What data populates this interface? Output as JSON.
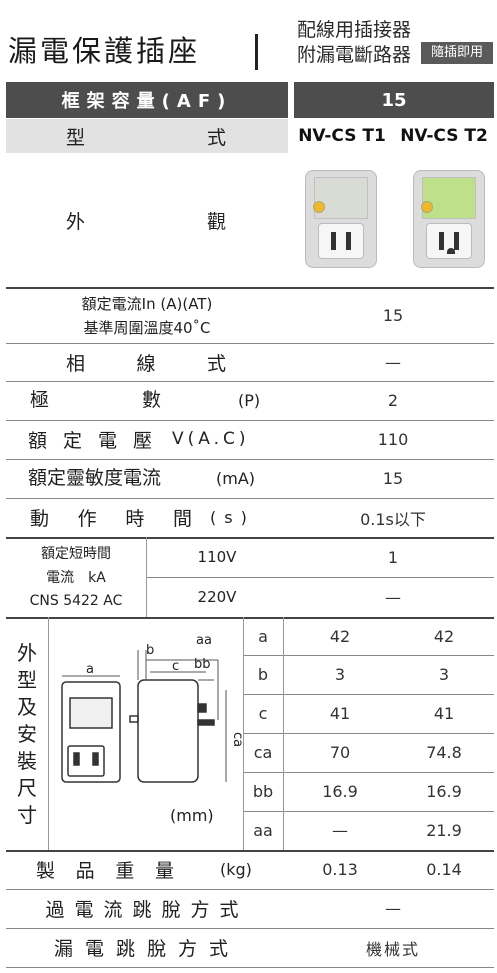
{
  "header": {
    "title": "漏電保護插座",
    "subtitle_line1": "配線用插接器",
    "subtitle_line2": "附漏電斷路器",
    "badge": "隨插即用"
  },
  "frame": {
    "label": "框架容量(AF)",
    "value": "15"
  },
  "type_row": {
    "label_a": "型",
    "label_b": "式",
    "model1": "NV-CS T1",
    "model2": "NV-CS T2"
  },
  "appearance": {
    "label_a": "外",
    "label_b": "觀"
  },
  "rows": {
    "rated_current_label1": "額定電流In (A)(AT)",
    "rated_current_label2": "基準周圍溫度40˚C",
    "rated_current_value": "15",
    "phase_a": "相",
    "phase_b": "線",
    "phase_c": "式",
    "phase_value": "—",
    "poles_a": "極",
    "poles_b": "數",
    "poles_unit": "(P)",
    "poles_value": "2",
    "voltage_a": "額",
    "voltage_b": "定",
    "voltage_c": "電",
    "voltage_d": "壓",
    "voltage_unit": "V(A.C)",
    "voltage_value": "110",
    "sensitivity_label": "額定靈敏度電流",
    "sensitivity_unit": "(mA)",
    "sensitivity_value": "15",
    "operate_a": "動",
    "operate_b": "作",
    "operate_c": "時",
    "operate_d": "間",
    "operate_unit": "(s)",
    "operate_value": "0.1s以下"
  },
  "short_time": {
    "label1": "額定短時間",
    "label2": "電流　kA",
    "label3": "CNS 5422  AC",
    "v1": "110V",
    "v1_value": "1",
    "v2": "220V",
    "v2_value": "—"
  },
  "dimensions": {
    "side_label": [
      "外",
      "型",
      "及",
      "安",
      "裝",
      "尺",
      "寸"
    ],
    "unit": "(mm)",
    "diagram_labels": {
      "a": "a",
      "b": "b",
      "c": "c",
      "aa": "aa",
      "bb": "bb",
      "ca": "ca"
    },
    "rows": [
      {
        "key": "a",
        "t1": "42",
        "t2": "42"
      },
      {
        "key": "b",
        "t1": "3",
        "t2": "3"
      },
      {
        "key": "c",
        "t1": "41",
        "t2": "41"
      },
      {
        "key": "ca",
        "t1": "70",
        "t2": "74.8"
      },
      {
        "key": "bb",
        "t1": "16.9",
        "t2": "16.9"
      },
      {
        "key": "aa",
        "t1": "—",
        "t2": "21.9"
      }
    ]
  },
  "weight": {
    "a": "製",
    "b": "品",
    "c": "重",
    "d": "量",
    "unit": "(kg)",
    "t1": "0.13",
    "t2": "0.14"
  },
  "overcurrent": {
    "label": "過電流跳脫方式",
    "value": "—"
  },
  "leak_trip": {
    "label": "漏電跳脫方式",
    "value": "機械式"
  },
  "colors": {
    "dark_band": "#4d4d4d",
    "light_band": "#e2e2e2",
    "knob": "#f1b82a",
    "t2_panel": "#bfe08a"
  }
}
